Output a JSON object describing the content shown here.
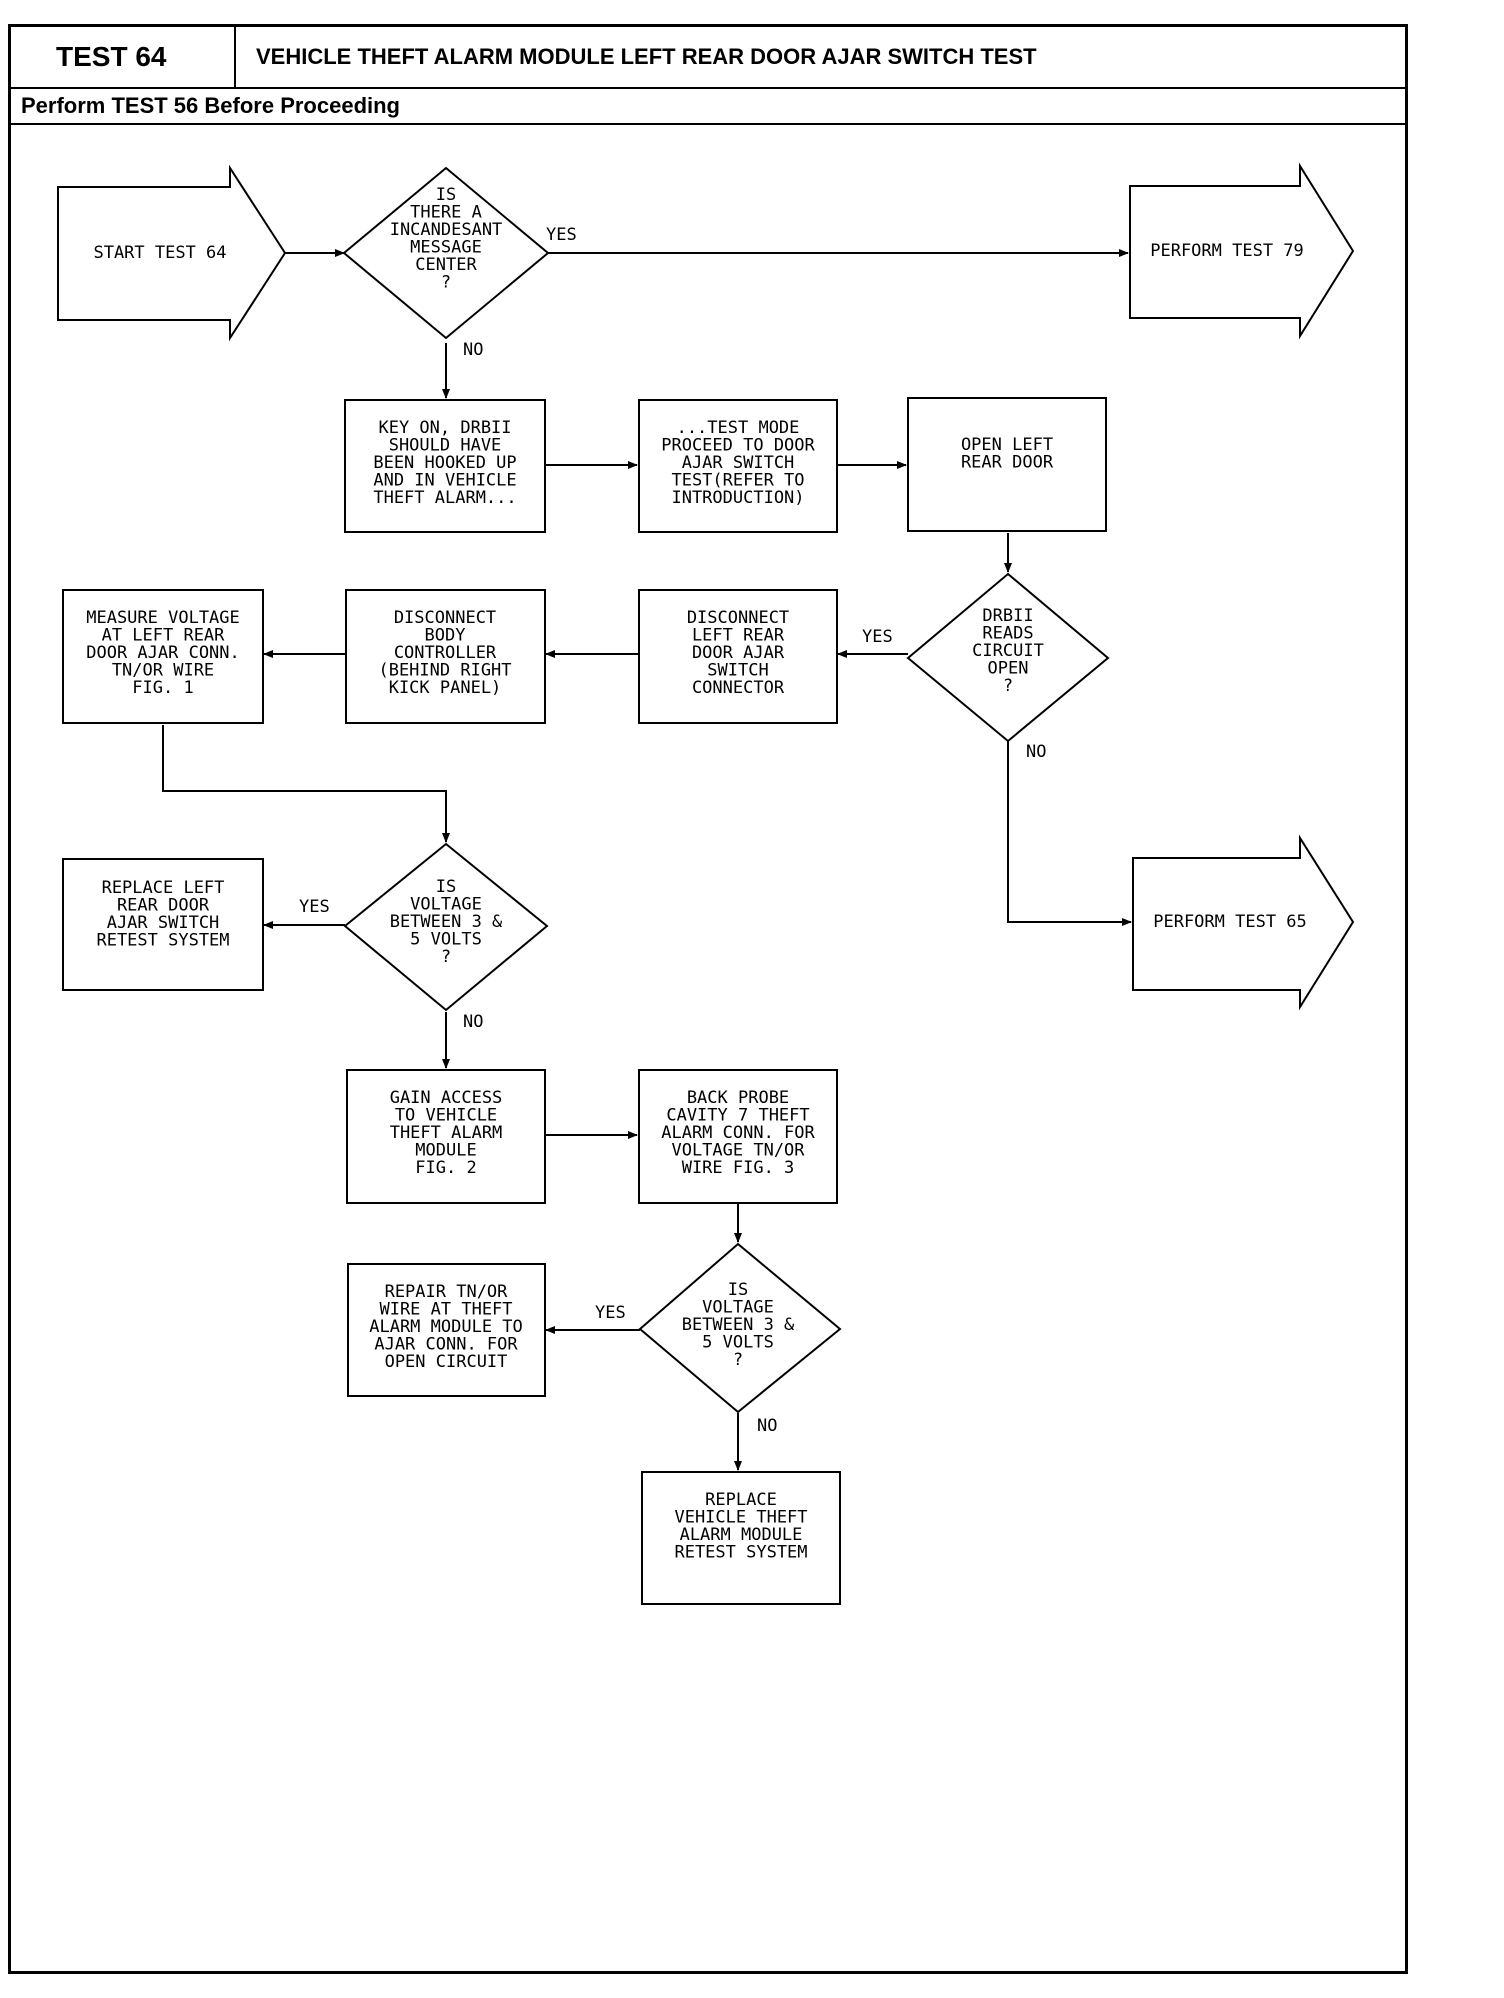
{
  "header": {
    "test_number": "TEST 64",
    "title": "VEHICLE THEFT ALARM MODULE LEFT REAR DOOR AJAR SWITCH TEST",
    "prerequisite": "Perform TEST 56 Before Proceeding"
  },
  "flow": {
    "start": [
      "START TEST 64"
    ],
    "q_incandescent": [
      "IS",
      "THERE A",
      "INCANDESANT",
      "MESSAGE",
      "CENTER",
      "?"
    ],
    "perform79": [
      "PERFORM TEST 79"
    ],
    "key_on": [
      "KEY ON, DRBII",
      "SHOULD HAVE",
      "BEEN HOOKED UP",
      "AND IN VEHICLE",
      "THEFT ALARM..."
    ],
    "test_mode": [
      "...TEST MODE",
      "PROCEED TO DOOR",
      "AJAR SWITCH",
      "TEST(REFER TO",
      "INTRODUCTION)"
    ],
    "open_door": [
      "OPEN LEFT",
      "REAR DOOR"
    ],
    "q_drbii": [
      "DRBII",
      "READS",
      "CIRCUIT",
      "OPEN",
      "?"
    ],
    "disc_switch": [
      "DISCONNECT",
      "LEFT REAR",
      "DOOR AJAR",
      "SWITCH",
      "CONNECTOR"
    ],
    "disc_body": [
      "DISCONNECT",
      "BODY",
      "CONTROLLER",
      "(BEHIND RIGHT",
      "KICK PANEL)"
    ],
    "measure": [
      "MEASURE VOLTAGE",
      "AT LEFT REAR",
      "DOOR AJAR CONN.",
      "TN/OR WIRE",
      "FIG. 1"
    ],
    "perform65": [
      "PERFORM TEST 65"
    ],
    "q_volt1": [
      "IS",
      "VOLTAGE",
      "BETWEEN 3 &",
      "5 VOLTS",
      "?"
    ],
    "replace_switch": [
      "REPLACE LEFT",
      "REAR DOOR",
      "AJAR SWITCH",
      "RETEST SYSTEM"
    ],
    "gain_access": [
      "GAIN ACCESS",
      "TO VEHICLE",
      "THEFT ALARM",
      "MODULE",
      "FIG. 2"
    ],
    "back_probe": [
      "BACK PROBE",
      "CAVITY 7 THEFT",
      "ALARM CONN. FOR",
      "VOLTAGE TN/OR",
      "WIRE FIG. 3"
    ],
    "q_volt2": [
      "IS",
      "VOLTAGE",
      "BETWEEN 3 &",
      "5 VOLTS",
      "?"
    ],
    "repair": [
      "REPAIR TN/OR",
      "WIRE AT THEFT",
      "ALARM MODULE TO",
      "AJAR CONN. FOR",
      "OPEN CIRCUIT"
    ],
    "replace_module": [
      "REPLACE",
      "VEHICLE THEFT",
      "ALARM MODULE",
      "RETEST SYSTEM"
    ]
  },
  "labels": {
    "yes": "YES",
    "no": "NO"
  }
}
